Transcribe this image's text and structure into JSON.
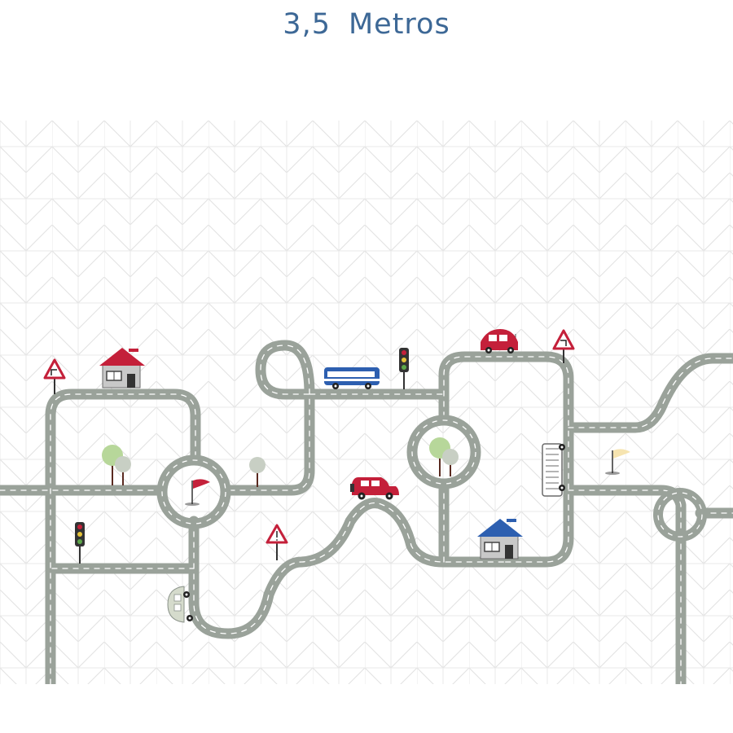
{
  "header": {
    "measure_value": "3,5",
    "measure_unit": "Metros"
  },
  "colors": {
    "title": "#3d6896",
    "road": "#9aa29a",
    "road_edge": "#8a928a",
    "road_line": "#ffffff",
    "grid": "#dcdcdc",
    "red": "#c4203a",
    "blue": "#2d5fb0",
    "house_wall": "#c8c8c8",
    "tree": "#b7d79a"
  },
  "scene": {
    "houses": [
      "red-roof",
      "blue-roof"
    ],
    "vehicles": [
      "red-car",
      "red-jeep",
      "blue-bus",
      "green-beetle",
      "white-bus"
    ],
    "signs": [
      "curve-warning",
      "traffic-light",
      "roundabout-flag"
    ]
  }
}
